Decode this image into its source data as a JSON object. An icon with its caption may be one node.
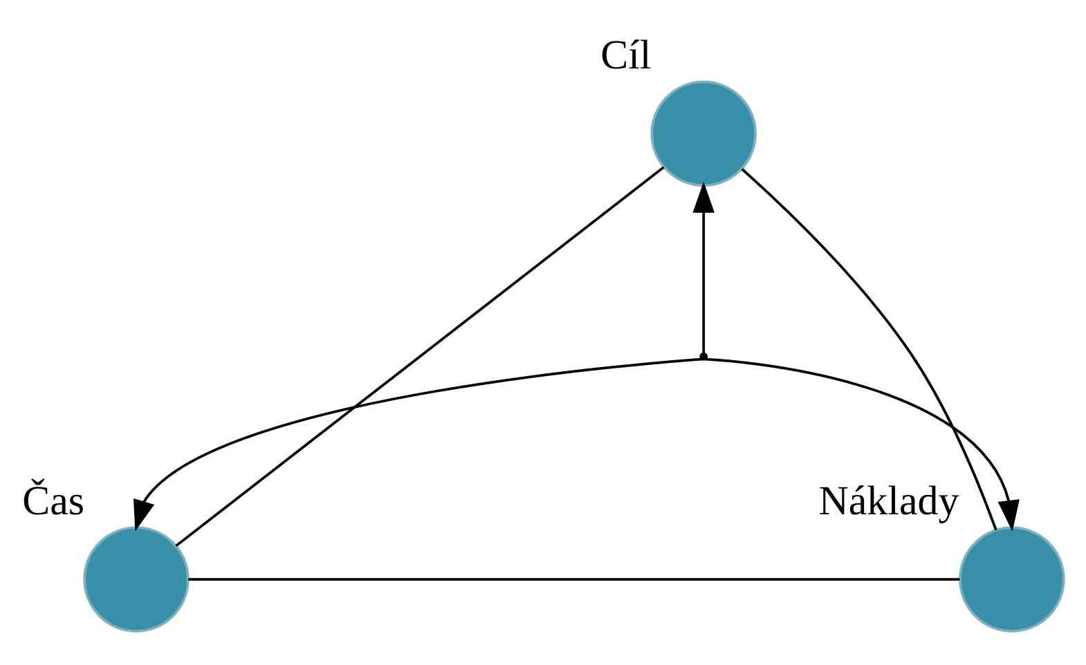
{
  "diagram": {
    "nodes": [
      {
        "text": [
          "Cíl"
        ]
      },
      {
        "text": [
          "Čas"
        ]
      },
      {
        "text": [
          "Náklady"
        ]
      },
      {
        "text": [],
        "shape": "point"
      }
    ],
    "edges": [
      {
        "from": 0,
        "to": 1,
        "arrow": "none"
      },
      {
        "from": 0,
        "to": 2,
        "arrow": "none"
      },
      {
        "from": 1,
        "to": 2,
        "arrow": "none"
      },
      {
        "from": 3,
        "to": 0,
        "arrow": "to"
      },
      {
        "from": 3,
        "to": 1,
        "arrow": "to"
      },
      {
        "from": 3,
        "to": 2,
        "arrow": "to"
      }
    ]
  }
}
